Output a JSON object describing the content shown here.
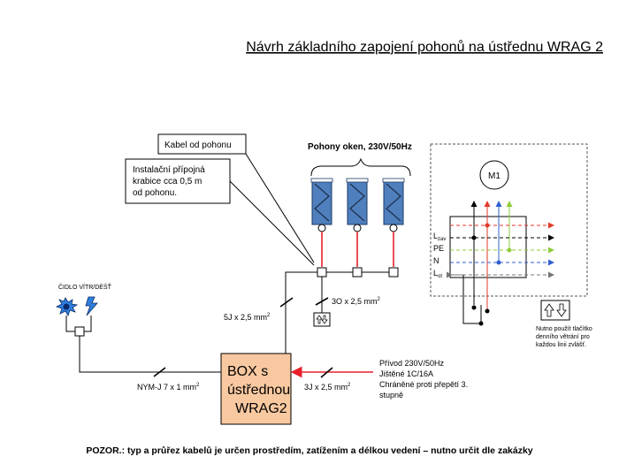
{
  "title": "Návrh základního zapojení pohonů na ústřednu WRAG 2",
  "callouts": {
    "cable": "Kabel od pohonu",
    "junction": [
      "Instalační přípojná",
      "krabice cca 0,5 m",
      "od pohonu."
    ]
  },
  "motors_label": "Pohony oken, 230V/50Hz",
  "sensor_label": "ČIDLO VÍTR/DÉŠŤ",
  "cables": {
    "main_riser": "5J x 2,5 mm",
    "button_cable": "3O x 2,5 mm",
    "sensor_cable": "NYM-J  7 x 1 mm",
    "power_cable": "3J x 2,5  mm",
    "superscript": "2"
  },
  "box": [
    "BOX s",
    "ústřednou",
    "WRAG2"
  ],
  "power_supply": [
    "Přívod 230V/50Hz",
    "Jištěné 1C/16A",
    "Chráněné proti přepětí 3.",
    "stupně"
  ],
  "detail": {
    "motor": "M1",
    "terminals": [
      {
        "main": "L",
        "sub": "zav"
      },
      {
        "main": "PE",
        "sub": ""
      },
      {
        "main": "N",
        "sub": ""
      },
      {
        "main": "L",
        "sub": "ot"
      }
    ],
    "note": [
      "Nutno použít tlačítko",
      "denního větrání pro",
      "každou linii zvlášť."
    ]
  },
  "footer": "POZOR.: typ a průřez kabelů je určen prostředím, zatížením  a délkou vedení – nutno určit dle zakázky",
  "colors": {
    "motor_blue": "#4f7fbd",
    "wire_red": "#e8202a",
    "box_fill": "#f8c8a0",
    "green": "#8fcc3a",
    "blue": "#2f5fd0",
    "dash_red": "#e23a2a",
    "grey": "#777777"
  }
}
